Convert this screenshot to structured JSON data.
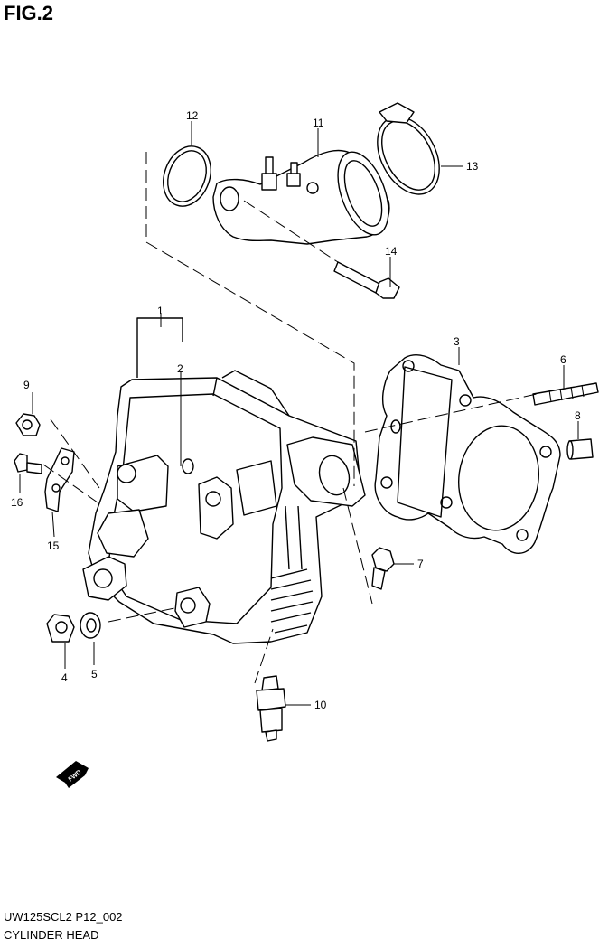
{
  "figure": {
    "title": "FIG.2",
    "code": "UW125SCL2 P12_002",
    "name": "CYLINDER HEAD",
    "forward_marker": "FWD"
  },
  "callouts": [
    "1",
    "2",
    "3",
    "4",
    "5",
    "6",
    "7",
    "8",
    "9",
    "10",
    "11",
    "12",
    "13",
    "14",
    "15",
    "16"
  ]
}
